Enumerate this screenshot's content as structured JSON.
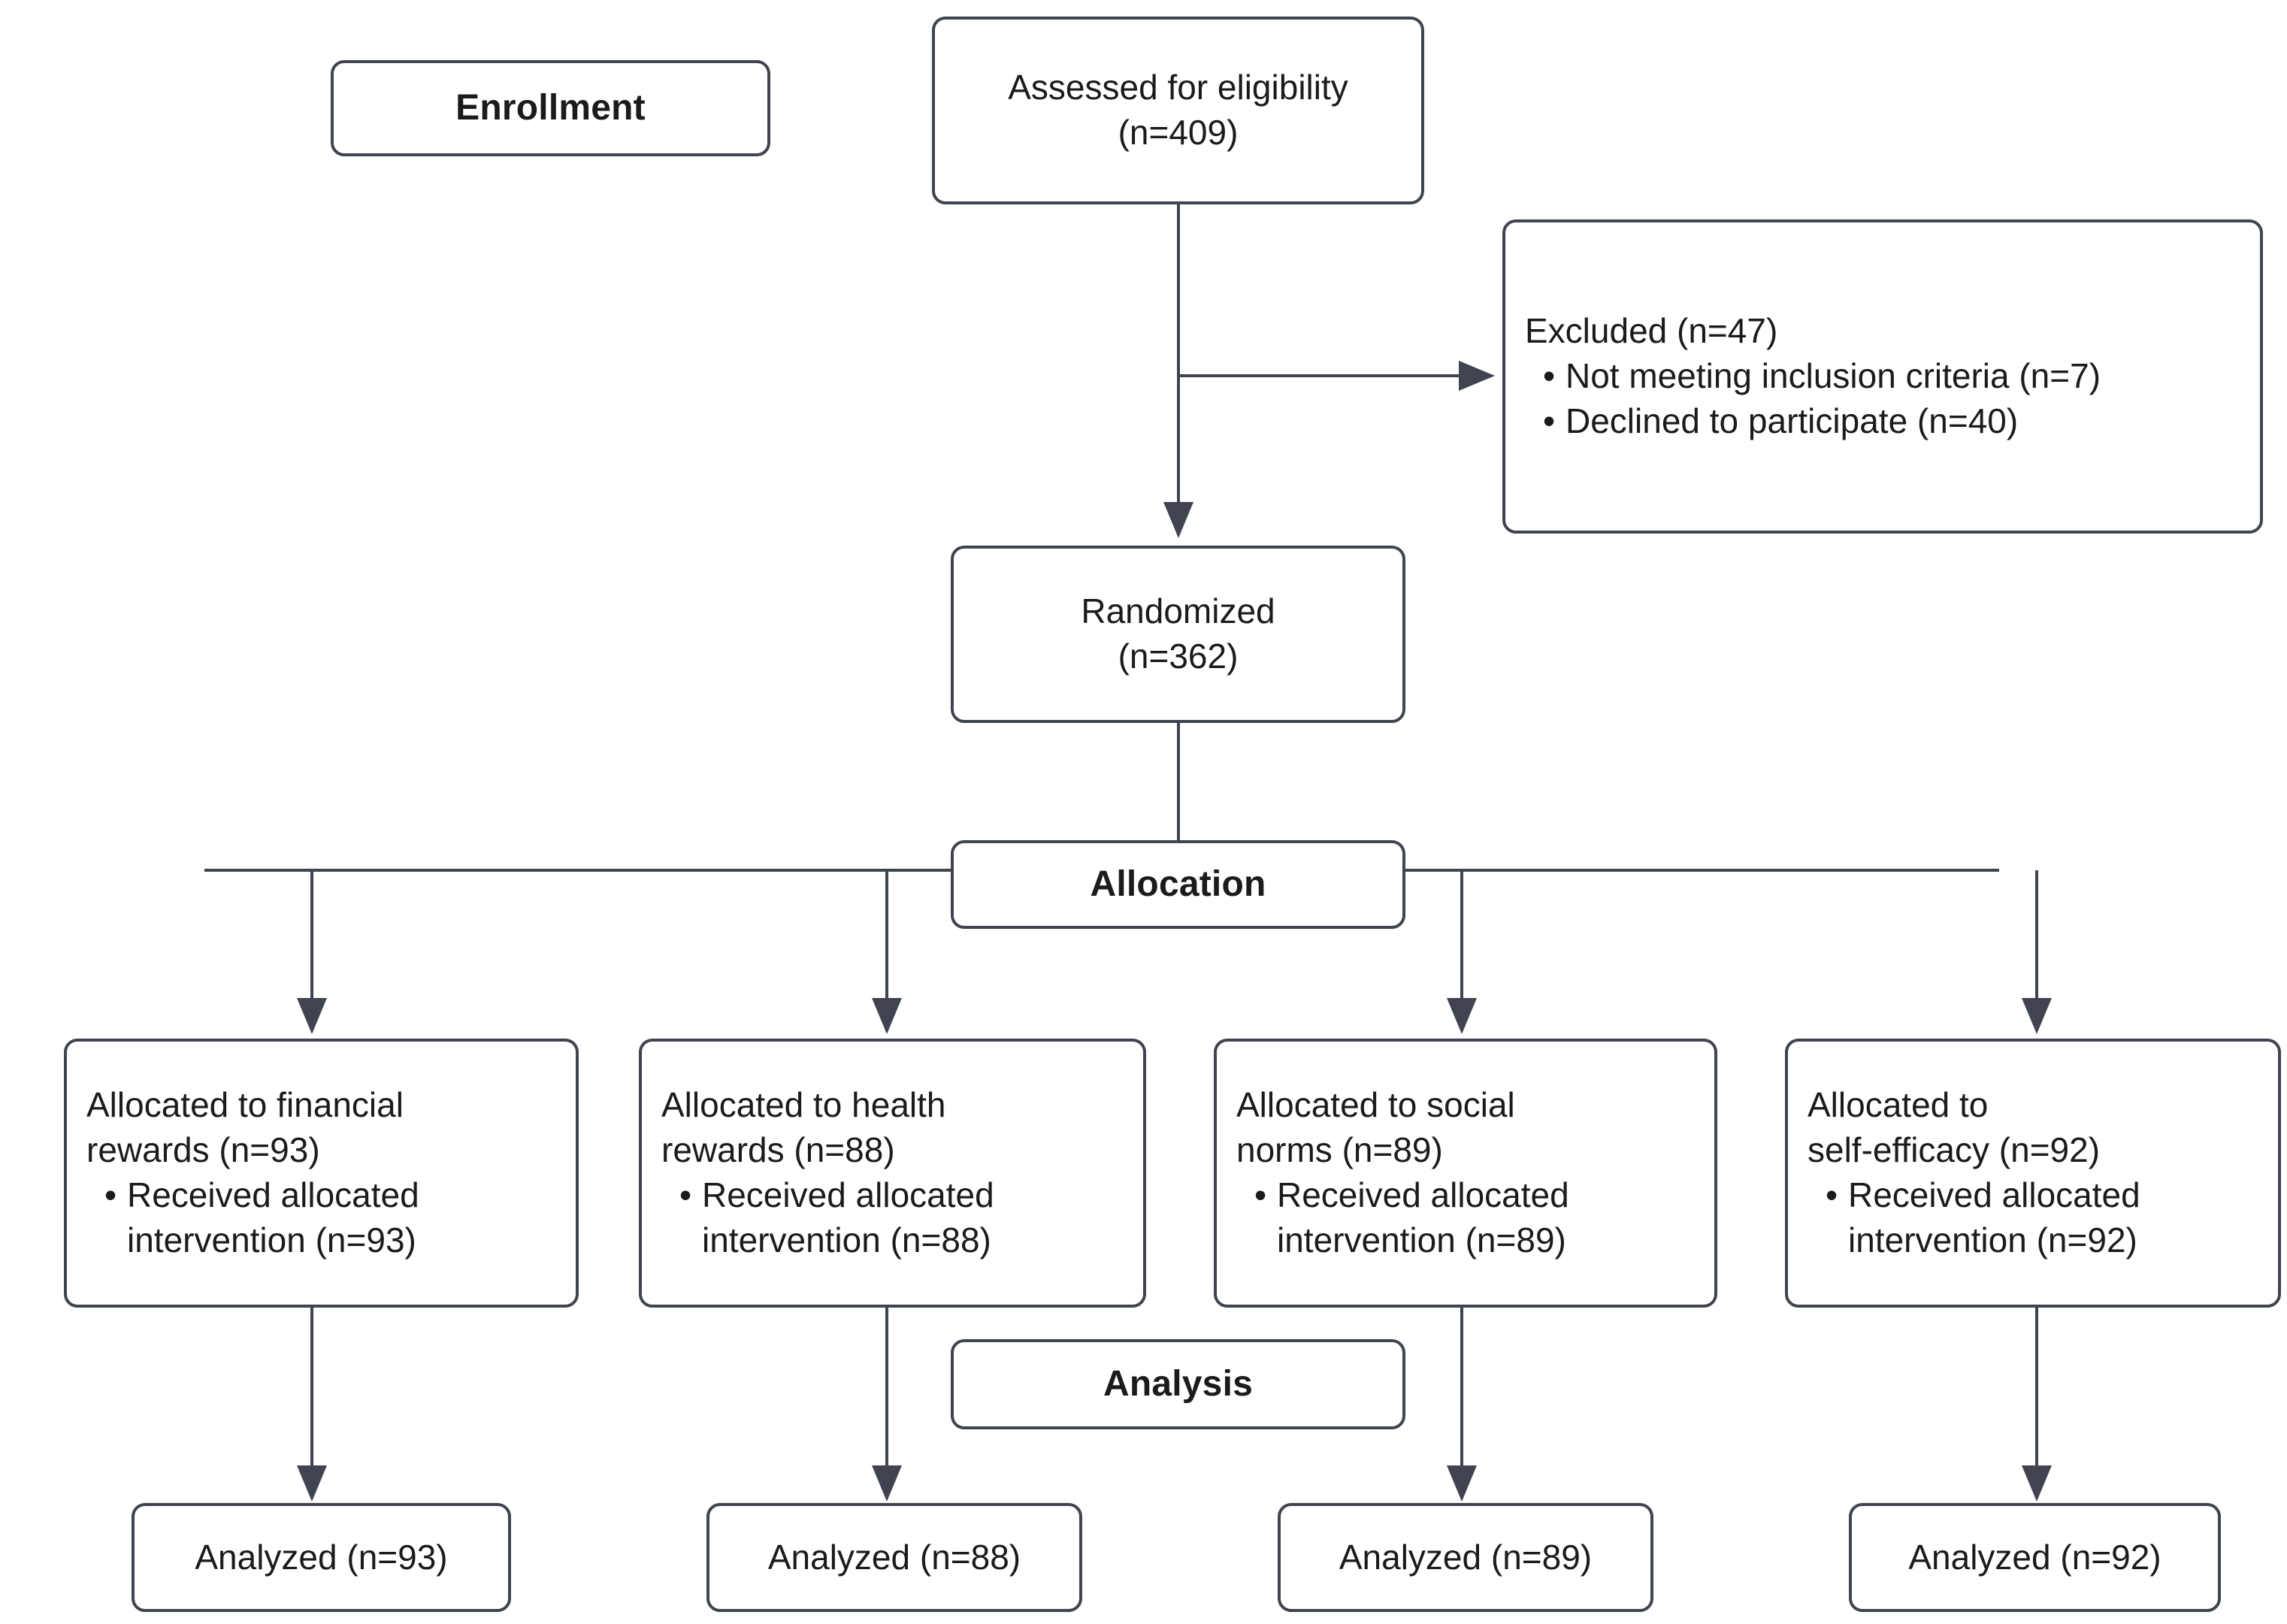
{
  "diagram": {
    "title": "CONSORT participant flow diagram",
    "colors": {
      "stroke": "#3f4450",
      "text": "#1b1b1b",
      "background": "#ffffff"
    }
  },
  "phases": {
    "enrollment": "Enrollment",
    "allocation": "Allocation",
    "analysis": "Analysis"
  },
  "nodes": {
    "assessed": {
      "line1": "Assessed for eligibility",
      "line2": "(n=409)"
    },
    "excluded": {
      "header": "Excluded (n=47)",
      "bullets": [
        "Not meeting inclusion criteria (n=7)",
        "Declined to participate (n=40)"
      ]
    },
    "randomized": {
      "line1": "Randomized",
      "line2": "(n=362)"
    }
  },
  "arms": [
    {
      "allocated_line1": "Allocated to financial",
      "allocated_line2": "rewards (n=93)",
      "received": "Received allocated intervention (n=93)",
      "analyzed": "Analyzed (n=93)"
    },
    {
      "allocated_line1": "Allocated to health",
      "allocated_line2": "rewards (n=88)",
      "received": "Received allocated intervention (n=88)",
      "analyzed": "Analyzed (n=88)"
    },
    {
      "allocated_line1": "Allocated to social",
      "allocated_line2": "norms (n=89)",
      "received": "Received allocated intervention (n=89)",
      "analyzed": "Analyzed (n=89)"
    },
    {
      "allocated_line1": "Allocated to",
      "allocated_line2": "self-efficacy (n=92)",
      "received": "Received allocated intervention (n=92)",
      "analyzed": "Analyzed (n=92)"
    }
  ],
  "chart_data": {
    "type": "diagram",
    "title": "CONSORT flow diagram",
    "stages": [
      {
        "label": "Assessed for eligibility",
        "n": 409
      },
      {
        "label": "Excluded",
        "n": 47
      },
      {
        "label": "Not meeting inclusion criteria",
        "n": 7
      },
      {
        "label": "Declined to participate",
        "n": 40
      },
      {
        "label": "Randomized",
        "n": 362
      },
      {
        "label": "Allocated to financial rewards",
        "n": 93
      },
      {
        "label": "Allocated to health rewards",
        "n": 88
      },
      {
        "label": "Allocated to social norms",
        "n": 89
      },
      {
        "label": "Allocated to self-efficacy",
        "n": 92
      },
      {
        "label": "Analyzed financial rewards",
        "n": 93
      },
      {
        "label": "Analyzed health rewards",
        "n": 88
      },
      {
        "label": "Analyzed social norms",
        "n": 89
      },
      {
        "label": "Analyzed self-efficacy",
        "n": 92
      }
    ]
  }
}
